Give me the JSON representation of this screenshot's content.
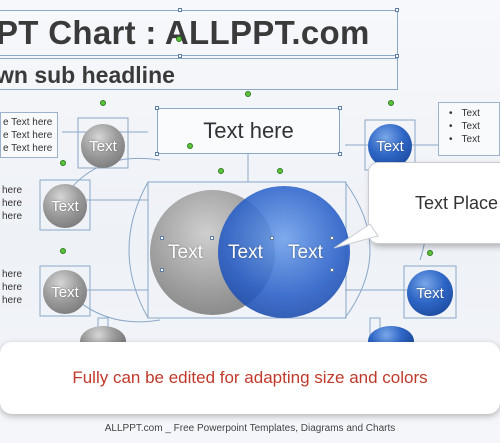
{
  "slide": {
    "title": "PT Chart : ALLPPT.com",
    "subtitle": "wn sub headline",
    "text_here": "Text here"
  },
  "left_lists": [
    [
      "e Text here",
      "e Text here",
      "e Text here"
    ],
    [
      "here",
      "here",
      "here"
    ],
    [
      "here",
      "here",
      "here"
    ]
  ],
  "right_list": [
    "Text",
    "Text",
    "Text"
  ],
  "circles": {
    "top_left": "Text",
    "mid_left": "Text",
    "lower_left": "Text",
    "top_right": "Text",
    "lower_right": "Text"
  },
  "venn": {
    "left": "Text",
    "middle": "Text",
    "right": "Text"
  },
  "callout": "Text Place",
  "banner": "Fully can be edited for adapting size and colors",
  "footer": "ALLPPT.com _ Free Powerpoint Templates, Diagrams and Charts",
  "colors": {
    "blue": "#2e66c6",
    "gray": "#9b9b9b",
    "banner_text": "#c0392b",
    "selection": "#8aa8c8",
    "rotate_handle": "#5cc33a"
  }
}
